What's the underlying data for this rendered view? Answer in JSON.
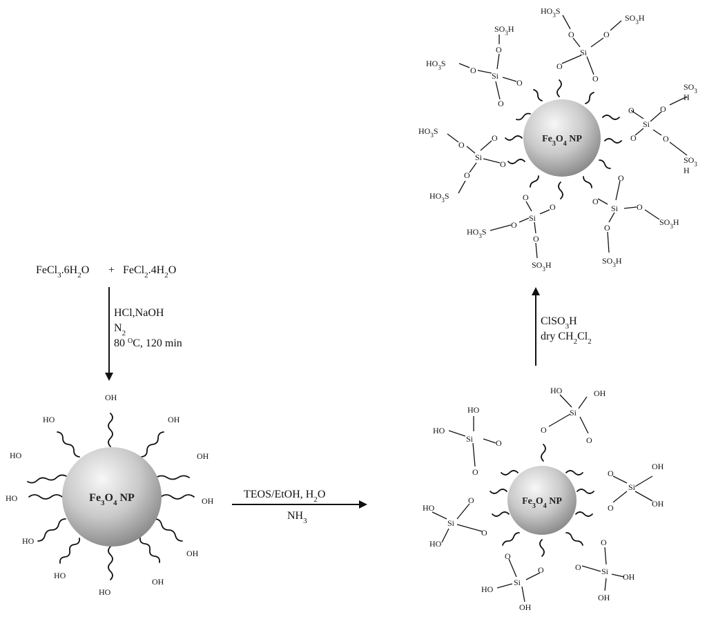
{
  "reactants": {
    "fecl3": {
      "base": "FeCl",
      "sub": "3",
      "rest": ".6H",
      "sub2": "2",
      "end": "O"
    },
    "plus": "+",
    "fecl2": {
      "base": "FeCl",
      "sub": "2",
      "rest": ".4H",
      "sub2": "2",
      "end": "O"
    }
  },
  "step1": {
    "line1": "HCl,NaOH",
    "n2_base": "N",
    "n2_sub": "2",
    "temp_num": "80 ",
    "temp_sup": "O",
    "temp_rest": "C, 120 min"
  },
  "step2": {
    "line1_a": "TEOS/EtOH, H",
    "line1_sub": "2",
    "line1_b": "O",
    "line2_base": "NH",
    "line2_sub": "3"
  },
  "step3": {
    "line1_a": "ClSO",
    "line1_sub": "3",
    "line1_b": "H",
    "line2_a": "dry CH",
    "line2_sub1": "2",
    "line2_b": "Cl",
    "line2_sub2": "2"
  },
  "nanoparticle": {
    "base": "Fe",
    "sub1": "3",
    "mid": "O",
    "sub2": "4",
    "end": " NP"
  },
  "atoms": {
    "oh": "OH",
    "ho": "HO",
    "o": "O",
    "si": "Si",
    "so3h_base": "SO",
    "so3h_sub": "3",
    "so3h_end": "H",
    "ho3s_a": "HO",
    "ho3s_sub": "3",
    "ho3s_b": "S",
    "h": "H"
  }
}
